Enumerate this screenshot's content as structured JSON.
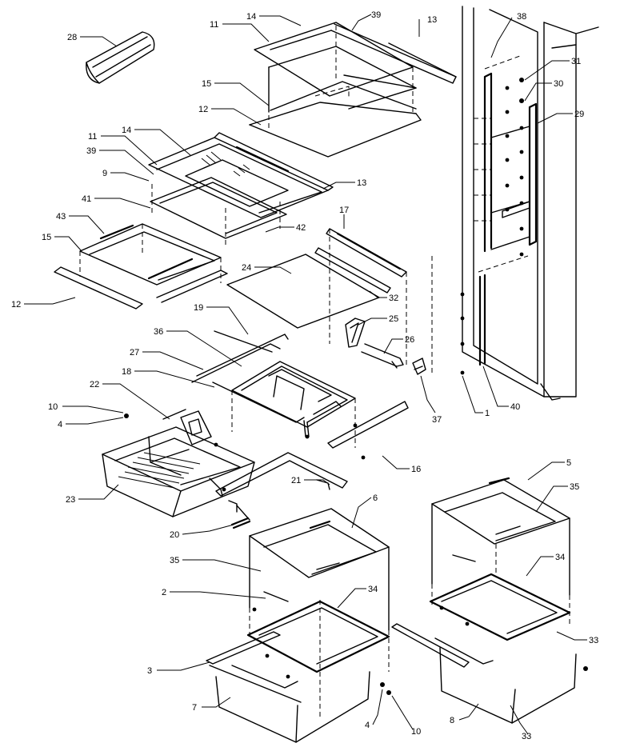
{
  "callouts": [
    {
      "id": "c28",
      "label": "28"
    },
    {
      "id": "c11a",
      "label": "11"
    },
    {
      "id": "c14a",
      "label": "14"
    },
    {
      "id": "c39a",
      "label": "39"
    },
    {
      "id": "c13a",
      "label": "13"
    },
    {
      "id": "c38",
      "label": "38"
    },
    {
      "id": "c31",
      "label": "31"
    },
    {
      "id": "c30",
      "label": "30"
    },
    {
      "id": "c29",
      "label": "29"
    },
    {
      "id": "c15a",
      "label": "15"
    },
    {
      "id": "c12a",
      "label": "12"
    },
    {
      "id": "c11b",
      "label": "11"
    },
    {
      "id": "c14b",
      "label": "14"
    },
    {
      "id": "c39b",
      "label": "39"
    },
    {
      "id": "c9",
      "label": "9"
    },
    {
      "id": "c13b",
      "label": "13"
    },
    {
      "id": "c41",
      "label": "41"
    },
    {
      "id": "c43",
      "label": "43"
    },
    {
      "id": "c42",
      "label": "42"
    },
    {
      "id": "c17",
      "label": "17"
    },
    {
      "id": "c15b",
      "label": "15"
    },
    {
      "id": "c24",
      "label": "24"
    },
    {
      "id": "c32",
      "label": "32"
    },
    {
      "id": "c12b",
      "label": "12"
    },
    {
      "id": "c19",
      "label": "19"
    },
    {
      "id": "c25",
      "label": "25"
    },
    {
      "id": "c36",
      "label": "36"
    },
    {
      "id": "c26",
      "label": "26"
    },
    {
      "id": "c27",
      "label": "27"
    },
    {
      "id": "c18",
      "label": "18"
    },
    {
      "id": "c22",
      "label": "22"
    },
    {
      "id": "c10a",
      "label": "10"
    },
    {
      "id": "c4a",
      "label": "4"
    },
    {
      "id": "c37",
      "label": "37"
    },
    {
      "id": "c1",
      "label": "1"
    },
    {
      "id": "c40",
      "label": "40"
    },
    {
      "id": "c16",
      "label": "16"
    },
    {
      "id": "c23",
      "label": "23"
    },
    {
      "id": "c21",
      "label": "21"
    },
    {
      "id": "c5",
      "label": "5"
    },
    {
      "id": "c35a",
      "label": "35"
    },
    {
      "id": "c20",
      "label": "20"
    },
    {
      "id": "c6",
      "label": "6"
    },
    {
      "id": "c35b",
      "label": "35"
    },
    {
      "id": "c34a",
      "label": "34"
    },
    {
      "id": "c2",
      "label": "2"
    },
    {
      "id": "c34b",
      "label": "34"
    },
    {
      "id": "c33a",
      "label": "33"
    },
    {
      "id": "c3",
      "label": "3"
    },
    {
      "id": "c7",
      "label": "7"
    },
    {
      "id": "c4b",
      "label": "4"
    },
    {
      "id": "c10b",
      "label": "10"
    },
    {
      "id": "c8",
      "label": "8"
    },
    {
      "id": "c33b",
      "label": "33"
    }
  ]
}
